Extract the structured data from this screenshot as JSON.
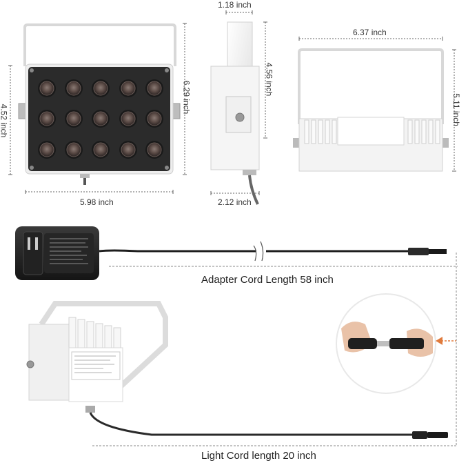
{
  "dimensions": {
    "front_height": "4.52 inch",
    "front_width": "5.98 inch",
    "front_total_height": "6.29 inch",
    "side_top": "1.18 inch",
    "side_height": "4.56 inch",
    "side_bottom": "2.12 inch",
    "top_width": "6.37 inch",
    "top_height": "5.11 inch"
  },
  "cords": {
    "adapter": "Adapter Cord Length 58 inch",
    "light": "Light Cord length 20 inch"
  },
  "colors": {
    "arrow_accent": "#e07a3c",
    "housing": "#f2f2f2",
    "panel": "#2b2b2b",
    "led": "#5a4a45"
  }
}
